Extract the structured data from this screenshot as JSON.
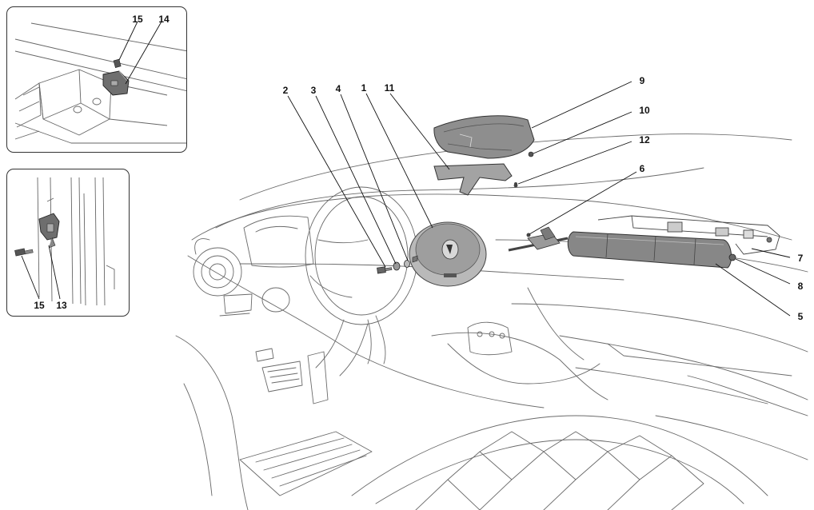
{
  "callouts": {
    "c1": "1",
    "c2": "2",
    "c3": "3",
    "c4": "4",
    "c5": "5",
    "c6": "6",
    "c7": "7",
    "c8": "8",
    "c9": "9",
    "c10": "10",
    "c11": "11",
    "c12": "12",
    "c13": "13",
    "c14": "14",
    "c15a": "15",
    "c15b": "15"
  },
  "colors": {
    "line": "#6a6a6a",
    "part_fill": "#8e8e8e",
    "part_dark": "#555555",
    "leader": "#111111"
  }
}
